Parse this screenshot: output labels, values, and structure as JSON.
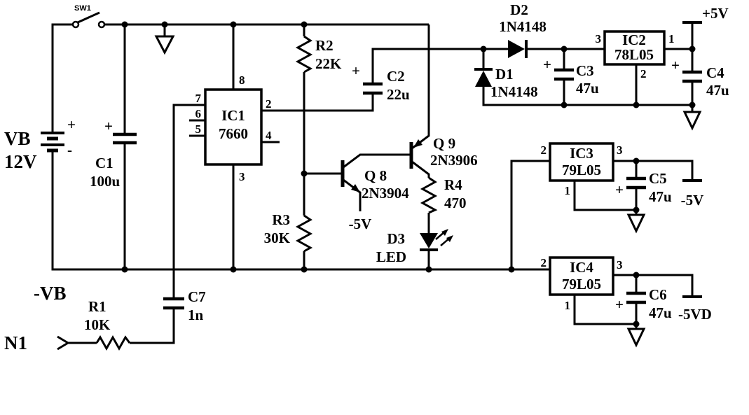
{
  "colors": {
    "ink": "#000000",
    "background": "#ffffff"
  },
  "battery": {
    "ref": "VB",
    "value": "12V",
    "plus": "+",
    "minus": "-"
  },
  "switch": {
    "ref": "SW1"
  },
  "input": {
    "ref": "N1"
  },
  "rails": {
    "neg": "-VB"
  },
  "outputs": {
    "plus5": "+5V",
    "minus5": "-5V",
    "minus5d": "-5VD"
  },
  "nets": {
    "q8_emitter": "-5V"
  },
  "resistors": {
    "r1": {
      "ref": "R1",
      "value": "10K"
    },
    "r2": {
      "ref": "R2",
      "value": "22K"
    },
    "r3": {
      "ref": "R3",
      "value": "30K"
    },
    "r4": {
      "ref": "R4",
      "value": "470"
    }
  },
  "capacitors": {
    "c1": {
      "ref": "C1",
      "value": "100u",
      "plus": "+"
    },
    "c2": {
      "ref": "C2",
      "value": "22u",
      "plus": "+"
    },
    "c3": {
      "ref": "C3",
      "value": "47u",
      "plus": "+"
    },
    "c4": {
      "ref": "C4",
      "value": "47u",
      "plus": "+"
    },
    "c5": {
      "ref": "C5",
      "value": "47u",
      "plus": "+"
    },
    "c6": {
      "ref": "C6",
      "value": "47u",
      "plus": "+"
    },
    "c7": {
      "ref": "C7",
      "value": "1n"
    }
  },
  "diodes": {
    "d1": {
      "ref": "D1",
      "value": "1N4148"
    },
    "d2": {
      "ref": "D2",
      "value": "1N4148"
    },
    "d3": {
      "ref": "D3",
      "value": "LED"
    }
  },
  "transistors": {
    "q8": {
      "ref": "Q 8",
      "value": "2N3904"
    },
    "q9": {
      "ref": "Q 9",
      "value": "2N3906"
    }
  },
  "ics": {
    "ic1": {
      "ref": "IC1",
      "value": "7660",
      "pins": {
        "p8": "8",
        "p7": "7",
        "p6": "6",
        "p5": "5",
        "p2": "2",
        "p4": "4",
        "p3": "3"
      }
    },
    "ic2": {
      "ref": "IC2",
      "value": "78L05",
      "pins": {
        "p3": "3",
        "p1": "1",
        "p2": "2"
      }
    },
    "ic3": {
      "ref": "IC3",
      "value": "79L05",
      "pins": {
        "p2": "2",
        "p3": "3",
        "p1": "1"
      }
    },
    "ic4": {
      "ref": "IC4",
      "value": "79L05",
      "pins": {
        "p2": "2",
        "p3": "3",
        "p1": "1"
      }
    }
  }
}
